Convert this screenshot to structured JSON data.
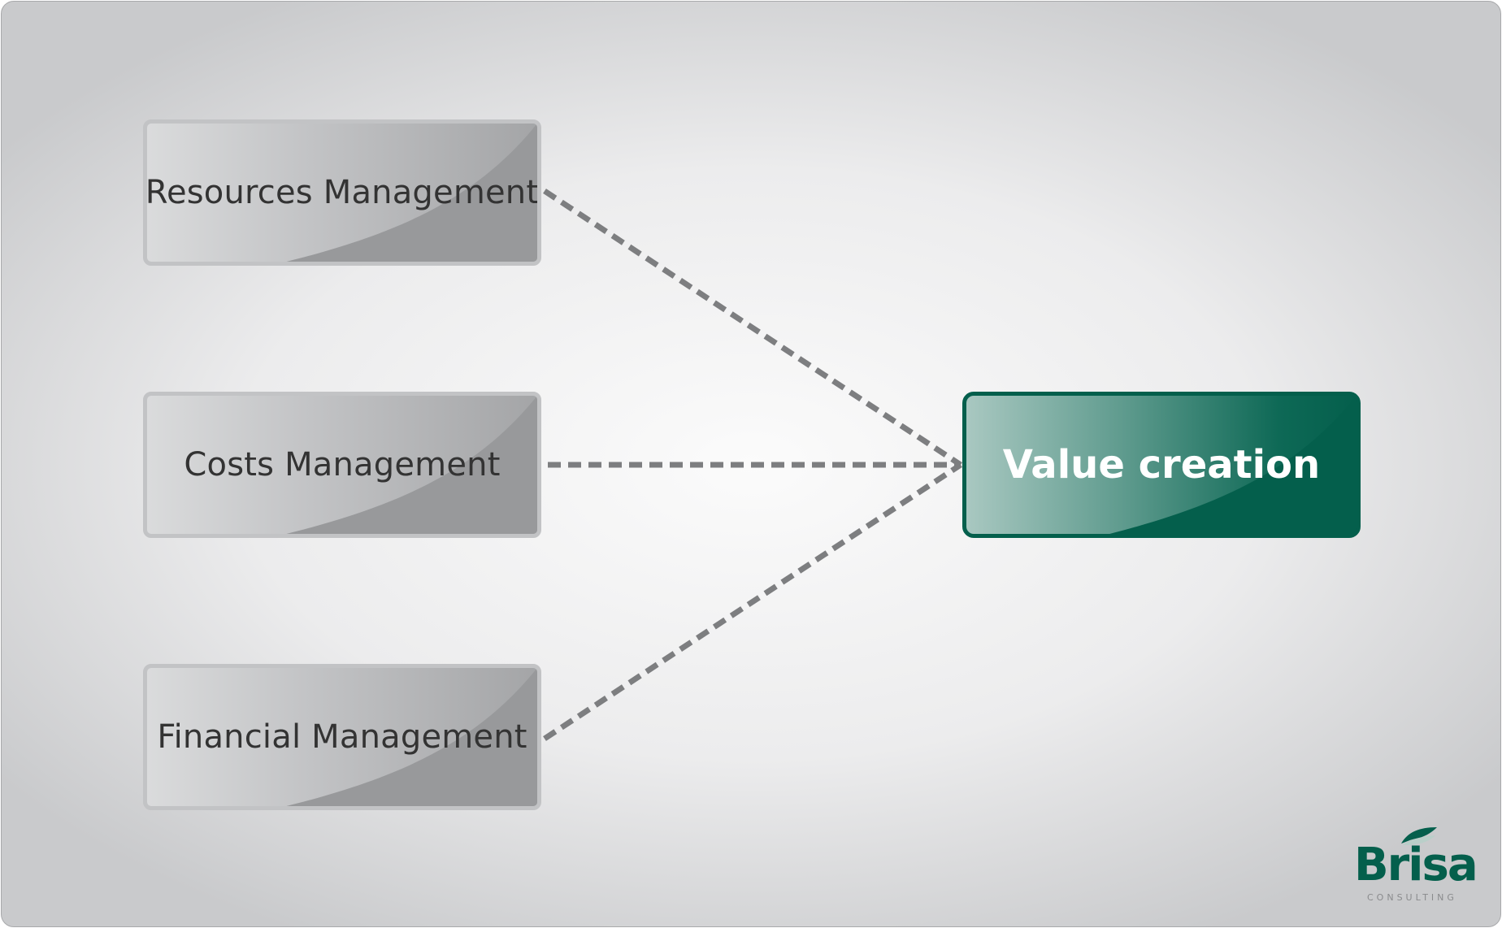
{
  "diagram": {
    "sources": [
      {
        "label": "Resources Management"
      },
      {
        "label": "Costs Management"
      },
      {
        "label": "Financial Management"
      }
    ],
    "target": {
      "label": "Value creation"
    },
    "connector_style": "dashed",
    "colors": {
      "connector": "#7d7e80",
      "gray_box_border": "#c2c3c5",
      "target_fill": "#045f4c",
      "target_border": "#045f4c",
      "background_center": "#fbfbfb",
      "background_edge": "#c9cacc"
    }
  },
  "logo": {
    "wordmark": "Brisa",
    "subtitle": "CONSULTING",
    "color": "#045f4c"
  }
}
